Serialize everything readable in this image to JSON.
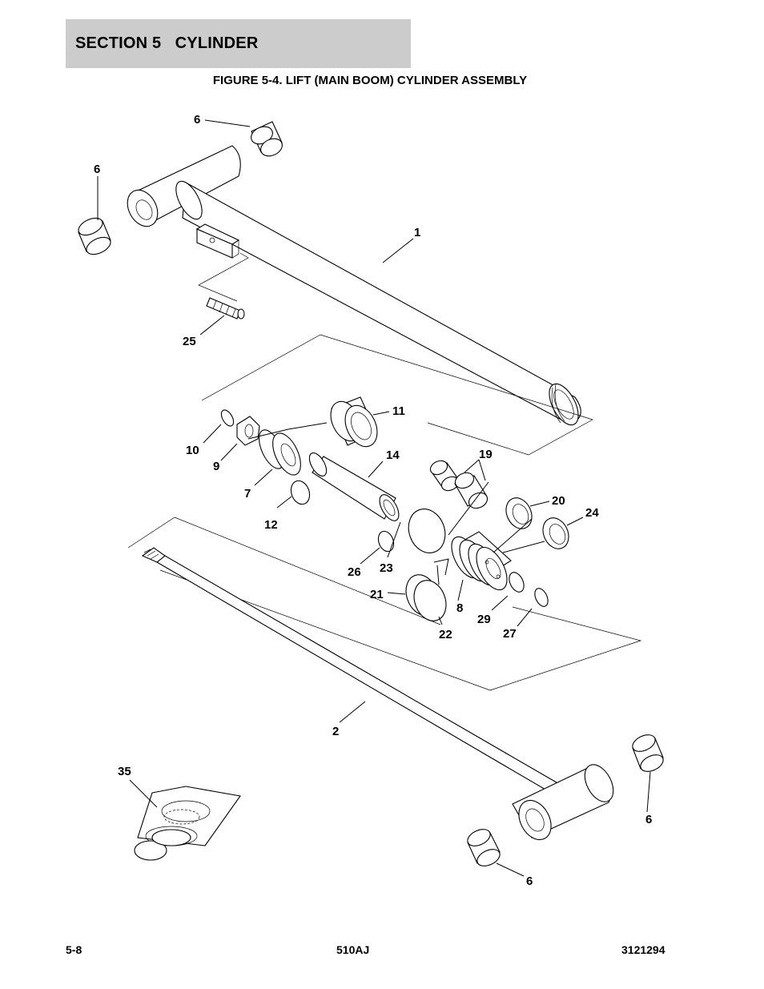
{
  "header": {
    "section_label": "SECTION 5   CYLINDER",
    "figure_title": "FIGURE 5-4. LIFT (MAIN BOOM) CYLINDER ASSEMBLY"
  },
  "callouts": {
    "c6_top": "6",
    "c6_left": "6",
    "c1": "1",
    "c25": "25",
    "c11": "11",
    "c10": "10",
    "c9": "9",
    "c14": "14",
    "c19": "19",
    "c7": "7",
    "c20": "20",
    "c24": "24",
    "c12": "12",
    "c26": "26",
    "c23": "23",
    "c21": "21",
    "c8": "8",
    "c29": "29",
    "c22": "22",
    "c27": "27",
    "c2": "2",
    "c35": "35",
    "c6_right": "6",
    "c6_bottom": "6"
  },
  "footer": {
    "page_number": "5-8",
    "model": "510AJ",
    "manual_number": "3121294"
  }
}
